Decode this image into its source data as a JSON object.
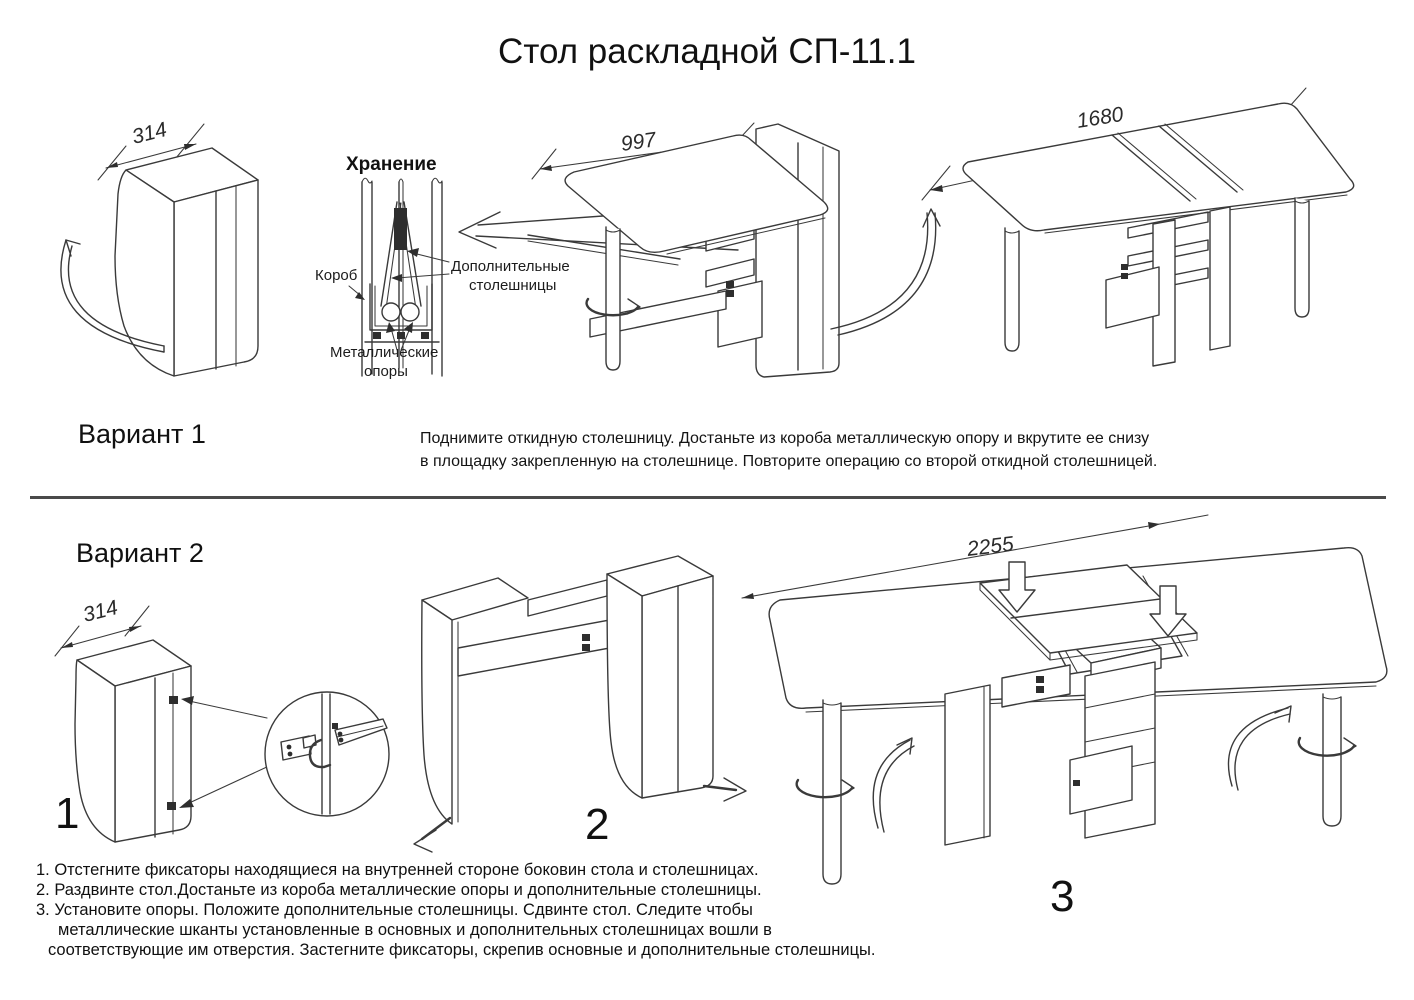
{
  "title": "Стол раскладной СП-11.1",
  "variant1": {
    "label": "Вариант 1",
    "dims": {
      "folded_width": "314",
      "half_open_length": "997",
      "full_open_length": "1680"
    },
    "storage": {
      "title": "Хранение",
      "box_label": "Короб",
      "extra_tops_label": [
        "Дополнительные",
        "столешницы"
      ],
      "metal_supports_label": [
        "Металлические",
        "опоры"
      ]
    },
    "instruction": [
      "Поднимите откидную столешницу. Достаньте из короба металлическую опору и вкрутите ее снизу",
      "в площадку закрепленную на столешнице. Повторите операцию со второй откидной столешницей."
    ]
  },
  "variant2": {
    "label": "Вариант 2",
    "dims": {
      "folded_width": "314",
      "full_open_length": "2255"
    },
    "steps": {
      "step1": "1",
      "step2": "2",
      "step3": "3"
    },
    "instructions": [
      "1. Отстегните фиксаторы находящиеся на внутренней стороне боковин стола и столешницах.",
      "2. Раздвинте  стол.Достаньте из короба металлические опоры и  дополнительные  столешницы.",
      "3.  Установите  опоры.  Положите дополнительные  столешницы.  Сдвинте  стол.  Следите  чтобы",
      "металлические  шканты  установленные  в основных и дополнительных столешницах вошли в",
      "соответствующие им отверстия. Застегните фиксаторы, скрепив  основные и дополнительные столешницы."
    ]
  }
}
